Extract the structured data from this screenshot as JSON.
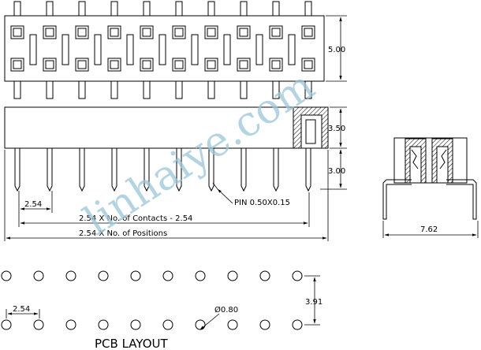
{
  "dimensions": {
    "top_height": "5.00",
    "side_body_height": "3.50",
    "side_pin_length": "3.00",
    "pitch": "2.54",
    "pin_note": "PIN 0.50X0.15",
    "contacts_length": "2.54 X No. of Contacts - 2.54",
    "positions_length": "2.54 X No. of Positions",
    "end_width": "7.62",
    "pcb_row_spacing": "3.91",
    "pcb_pitch": "2.54",
    "hole_diameter": "Ø0.80"
  },
  "pcb_layout_label": "PCB LAYOUT",
  "watermark": "linhaiye.com",
  "positions_count": 10
}
